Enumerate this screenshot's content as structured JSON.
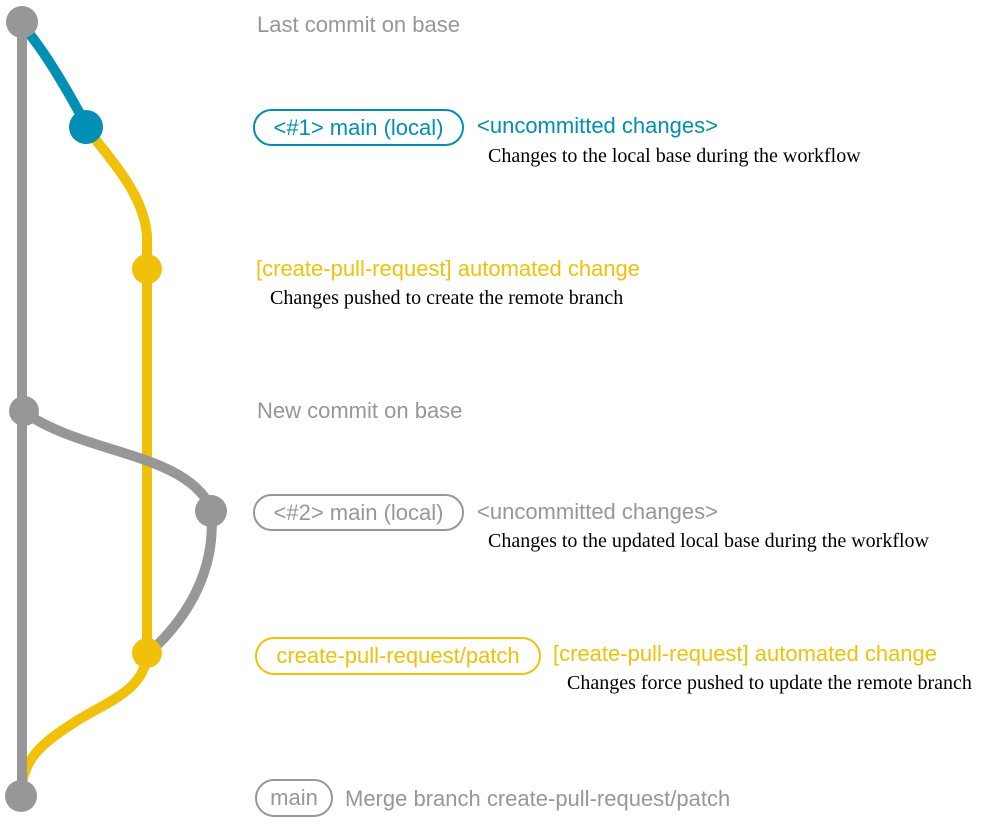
{
  "colors": {
    "gray": "#979797",
    "blue": "#008fb5",
    "yellow": "#f1c109",
    "ink": "#000000"
  },
  "graph": {
    "base_branch": "base",
    "commits": [
      {
        "name": "last-commit-on-base",
        "color": "gray"
      },
      {
        "name": "uncommitted-changes-1",
        "color": "blue"
      },
      {
        "name": "create-pull-request-automated-change-1",
        "color": "yellow"
      },
      {
        "name": "new-commit-on-base",
        "color": "gray"
      },
      {
        "name": "uncommitted-changes-2",
        "color": "gray"
      },
      {
        "name": "create-pull-request-automated-change-2",
        "color": "yellow"
      },
      {
        "name": "merge-commit",
        "color": "gray"
      }
    ]
  },
  "annotations": {
    "last_commit": "Last commit on base",
    "step1": {
      "tag": "<#1> main (local)",
      "label": "<uncommitted changes>",
      "desc": "Changes to the local base during the workflow"
    },
    "step2": {
      "label": "[create-pull-request] automated change",
      "desc": "Changes pushed to create the remote branch"
    },
    "new_commit": "New commit on base",
    "step3": {
      "tag": "<#2> main (local)",
      "label": "<uncommitted changes>",
      "desc": "Changes to the updated local base during the workflow"
    },
    "step4": {
      "tag": "create-pull-request/patch",
      "label": "[create-pull-request] automated change",
      "desc": "Changes force pushed to update the remote branch"
    },
    "merge": {
      "tag": "main",
      "label": "Merge branch create-pull-request/patch"
    }
  }
}
